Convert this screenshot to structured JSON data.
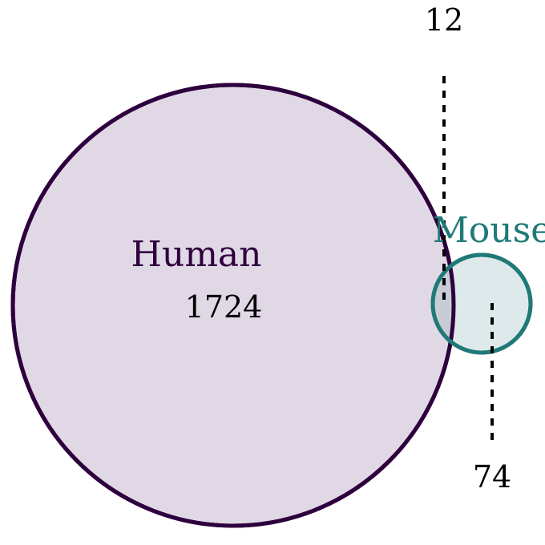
{
  "sets": [
    {
      "name": "Human",
      "color": "#2e003e",
      "fill": "#e1d8e6"
    },
    {
      "name": "Mouse",
      "color": "#1f7a77",
      "fill": "#dde9ea"
    }
  ],
  "counts": {
    "human_only": "1724",
    "overlap": "12",
    "mouse_only": "74"
  },
  "overlap_fill": "#c8ccd6"
}
